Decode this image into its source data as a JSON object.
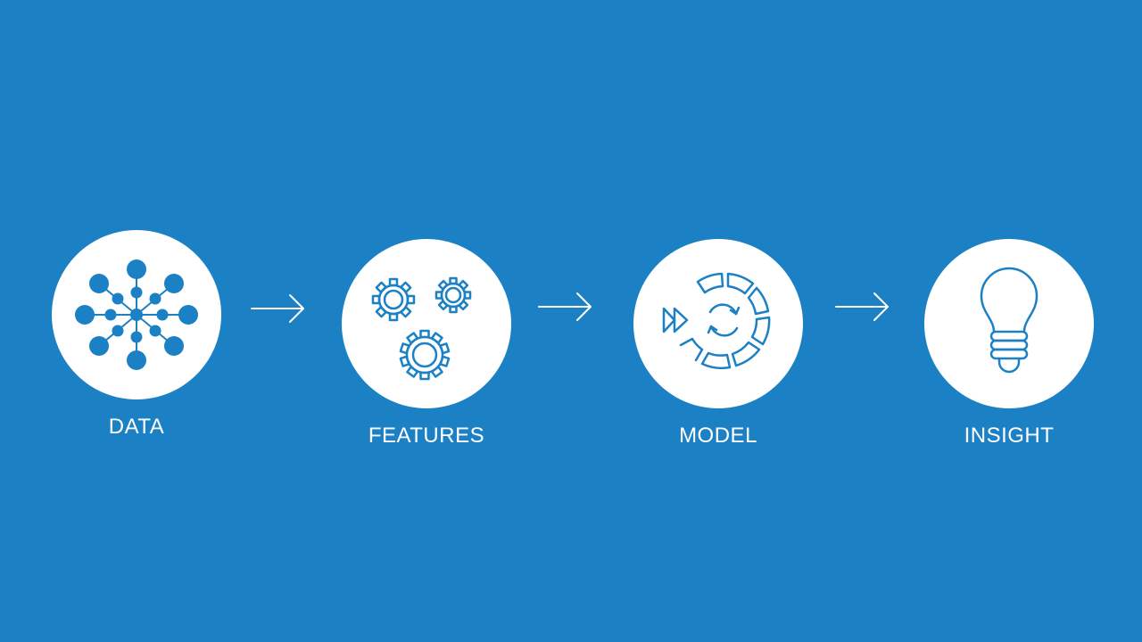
{
  "background_color": "#1b81c4",
  "icon_color": "#1b81c4",
  "steps": [
    {
      "label": "DATA",
      "icon": "network-nodes-icon"
    },
    {
      "label": "FEATURES",
      "icon": "gears-icon"
    },
    {
      "label": "MODEL",
      "icon": "model-cycle-icon"
    },
    {
      "label": "INSIGHT",
      "icon": "lightbulb-icon"
    }
  ],
  "arrows": [
    {
      "icon": "arrow-right-icon"
    },
    {
      "icon": "arrow-right-icon"
    },
    {
      "icon": "arrow-right-icon"
    }
  ]
}
